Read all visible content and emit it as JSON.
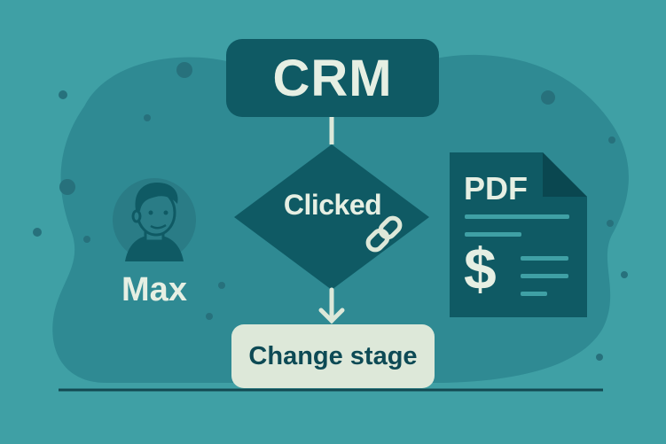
{
  "nodes": {
    "crm": {
      "label": "CRM"
    },
    "decision": {
      "label": "Clicked"
    },
    "action": {
      "label": "Change stage"
    },
    "person": {
      "label": "Max"
    },
    "document": {
      "type_label": "PDF",
      "symbol": "$"
    }
  },
  "icons": {
    "person": "person-avatar-icon",
    "link": "link-icon",
    "document": "pdf-document-icon",
    "arrow": "arrow-down-icon"
  },
  "colors": {
    "background": "#3fa0a5",
    "blob": "#2e8a93",
    "dark": "#0f5a64",
    "light_text": "#e6efe3",
    "action_fill": "#dde8d9",
    "action_text": "#0d4a55"
  }
}
